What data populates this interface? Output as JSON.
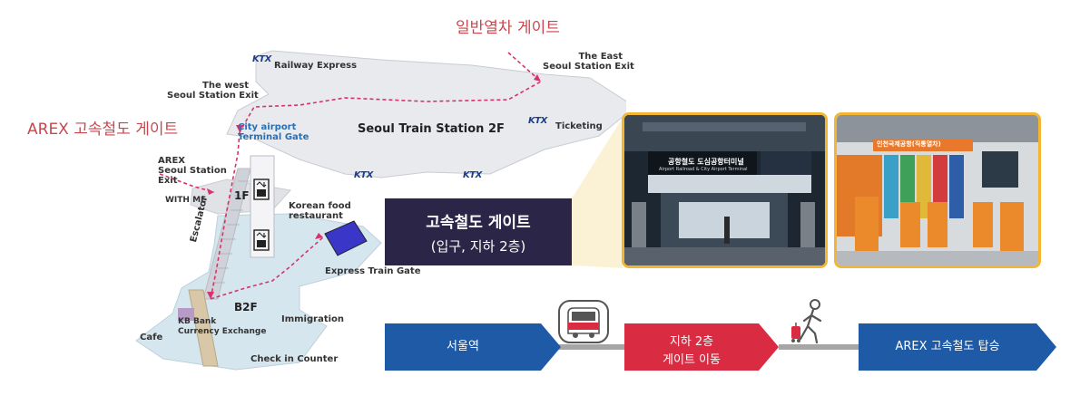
{
  "map": {
    "title_general_gate": "일반열차 게이트",
    "title_arex_gate": "AREX 고속철도 게이트",
    "station_name": "Seoul Train Station 2F",
    "railway_express": "Railway Express",
    "ktx_logo": "KTX",
    "east_exit_line1": "The East",
    "east_exit_line2": "Seoul Station Exit",
    "west_exit_line1": "The west",
    "west_exit_line2": "Seoul Station Exit",
    "city_airport_line1": "City airport",
    "city_airport_line2": "Terminal Gate",
    "ticketing": "Ticketing",
    "arex_exit_line1": "AREX",
    "arex_exit_line2": "Seoul Station",
    "arex_exit_line3": "Exit",
    "with_me": "WITH ME",
    "floor_1f": "1F",
    "floor_b2f": "B2F",
    "korean_food_line1": "Korean food",
    "korean_food_line2": "restaurant",
    "escalator": "Escalator",
    "express_train_gate": "Express Train Gate",
    "immigration": "Immigration",
    "kb_bank_line1": "KB Bank",
    "kb_bank_line2": "Currency Exchange",
    "cafe": "Cafe",
    "check_in_counter": "Check in Counter"
  },
  "callout": {
    "line1": "고속철도 게이트",
    "line2": "(입구, 지하 2층)"
  },
  "photos": {
    "photo1_sign_main": "공항철도 도심공항터미널",
    "photo1_sign_sub": "Airport Railroad & City Airport Terminal",
    "photo2_sign": "인천국제공항(직통열차)"
  },
  "steps": {
    "step1": "서울역",
    "step2_line1": "지하 2층",
    "step2_line2": "게이트 이동",
    "step3": "AREX 고속철도 탑승"
  },
  "colors": {
    "route_dashed": "#d6336c",
    "callout_bg": "#2b2647",
    "step_blue": "#1e5aa6",
    "step_red": "#d92c42",
    "photo_border": "#f2b632",
    "title_red": "#c8474f"
  },
  "icons": [
    "train-icon",
    "walking-person-icon",
    "elevator-icon"
  ]
}
